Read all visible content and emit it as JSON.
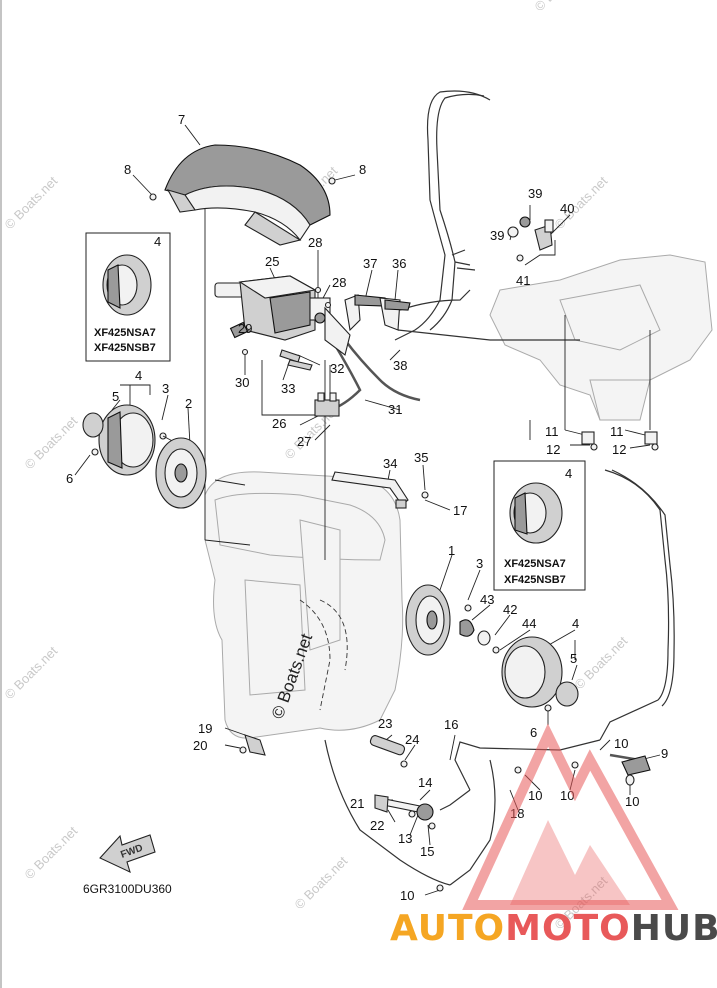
{
  "callouts": [
    {
      "id": "c7",
      "text": "7"
    },
    {
      "id": "c8a",
      "text": "8"
    },
    {
      "id": "c8b",
      "text": "8"
    },
    {
      "id": "c4a",
      "text": "4"
    },
    {
      "id": "c25",
      "text": "25"
    },
    {
      "id": "c28a",
      "text": "28"
    },
    {
      "id": "c28b",
      "text": "28"
    },
    {
      "id": "c37",
      "text": "37"
    },
    {
      "id": "c36",
      "text": "36"
    },
    {
      "id": "c29",
      "text": "29"
    },
    {
      "id": "c30",
      "text": "30"
    },
    {
      "id": "c33",
      "text": "33"
    },
    {
      "id": "c32",
      "text": "32"
    },
    {
      "id": "c38",
      "text": "38"
    },
    {
      "id": "c39a",
      "text": "39"
    },
    {
      "id": "c40",
      "text": "40"
    },
    {
      "id": "c39b",
      "text": "39"
    },
    {
      "id": "c41",
      "text": "41"
    },
    {
      "id": "c4b",
      "text": "4"
    },
    {
      "id": "c5a",
      "text": "5"
    },
    {
      "id": "c3a",
      "text": "3"
    },
    {
      "id": "c2",
      "text": "2"
    },
    {
      "id": "c6a",
      "text": "6"
    },
    {
      "id": "c26",
      "text": "26"
    },
    {
      "id": "c27",
      "text": "27"
    },
    {
      "id": "c31",
      "text": "31"
    },
    {
      "id": "c11a",
      "text": "11"
    },
    {
      "id": "c12a",
      "text": "12"
    },
    {
      "id": "c11b",
      "text": "11"
    },
    {
      "id": "c12b",
      "text": "12"
    },
    {
      "id": "c34",
      "text": "34"
    },
    {
      "id": "c35",
      "text": "35"
    },
    {
      "id": "c17",
      "text": "17"
    },
    {
      "id": "c4c",
      "text": "4"
    },
    {
      "id": "c1",
      "text": "1"
    },
    {
      "id": "c3b",
      "text": "3"
    },
    {
      "id": "c43",
      "text": "43"
    },
    {
      "id": "c42",
      "text": "42"
    },
    {
      "id": "c44",
      "text": "44"
    },
    {
      "id": "c4d",
      "text": "4"
    },
    {
      "id": "c5b",
      "text": "5"
    },
    {
      "id": "c6b",
      "text": "6"
    },
    {
      "id": "c19",
      "text": "19"
    },
    {
      "id": "c20",
      "text": "20"
    },
    {
      "id": "c23",
      "text": "23"
    },
    {
      "id": "c24",
      "text": "24"
    },
    {
      "id": "c16",
      "text": "16"
    },
    {
      "id": "c10a",
      "text": "10"
    },
    {
      "id": "c9",
      "text": "9"
    },
    {
      "id": "c10b",
      "text": "10"
    },
    {
      "id": "c14",
      "text": "14"
    },
    {
      "id": "c21",
      "text": "21"
    },
    {
      "id": "c22",
      "text": "22"
    },
    {
      "id": "c13",
      "text": "13"
    },
    {
      "id": "c15",
      "text": "15"
    },
    {
      "id": "c18",
      "text": "18"
    },
    {
      "id": "c10c",
      "text": "10"
    },
    {
      "id": "c10d",
      "text": "10"
    },
    {
      "id": "c10e",
      "text": "10"
    }
  ],
  "variant_boxes": [
    {
      "callout": "4",
      "line1": "XF425NSA7",
      "line2": "XF425NSB7"
    },
    {
      "callout": "4",
      "line1": "XF425NSA7",
      "line2": "XF425NSB7"
    }
  ],
  "watermark": "© Boats.net",
  "watermark_center": "© Boats.net",
  "fwd_label": "FWD",
  "diagram_code": "6GR3100DU360",
  "brand": {
    "part1": "AUTO",
    "part2": "MOTO",
    "part3": "HUB",
    "color1": "#f5a623",
    "color2": "#e8595a",
    "color3": "#4a4a4a"
  },
  "colors": {
    "line": "#222222",
    "logo_red": "#e8595a"
  }
}
